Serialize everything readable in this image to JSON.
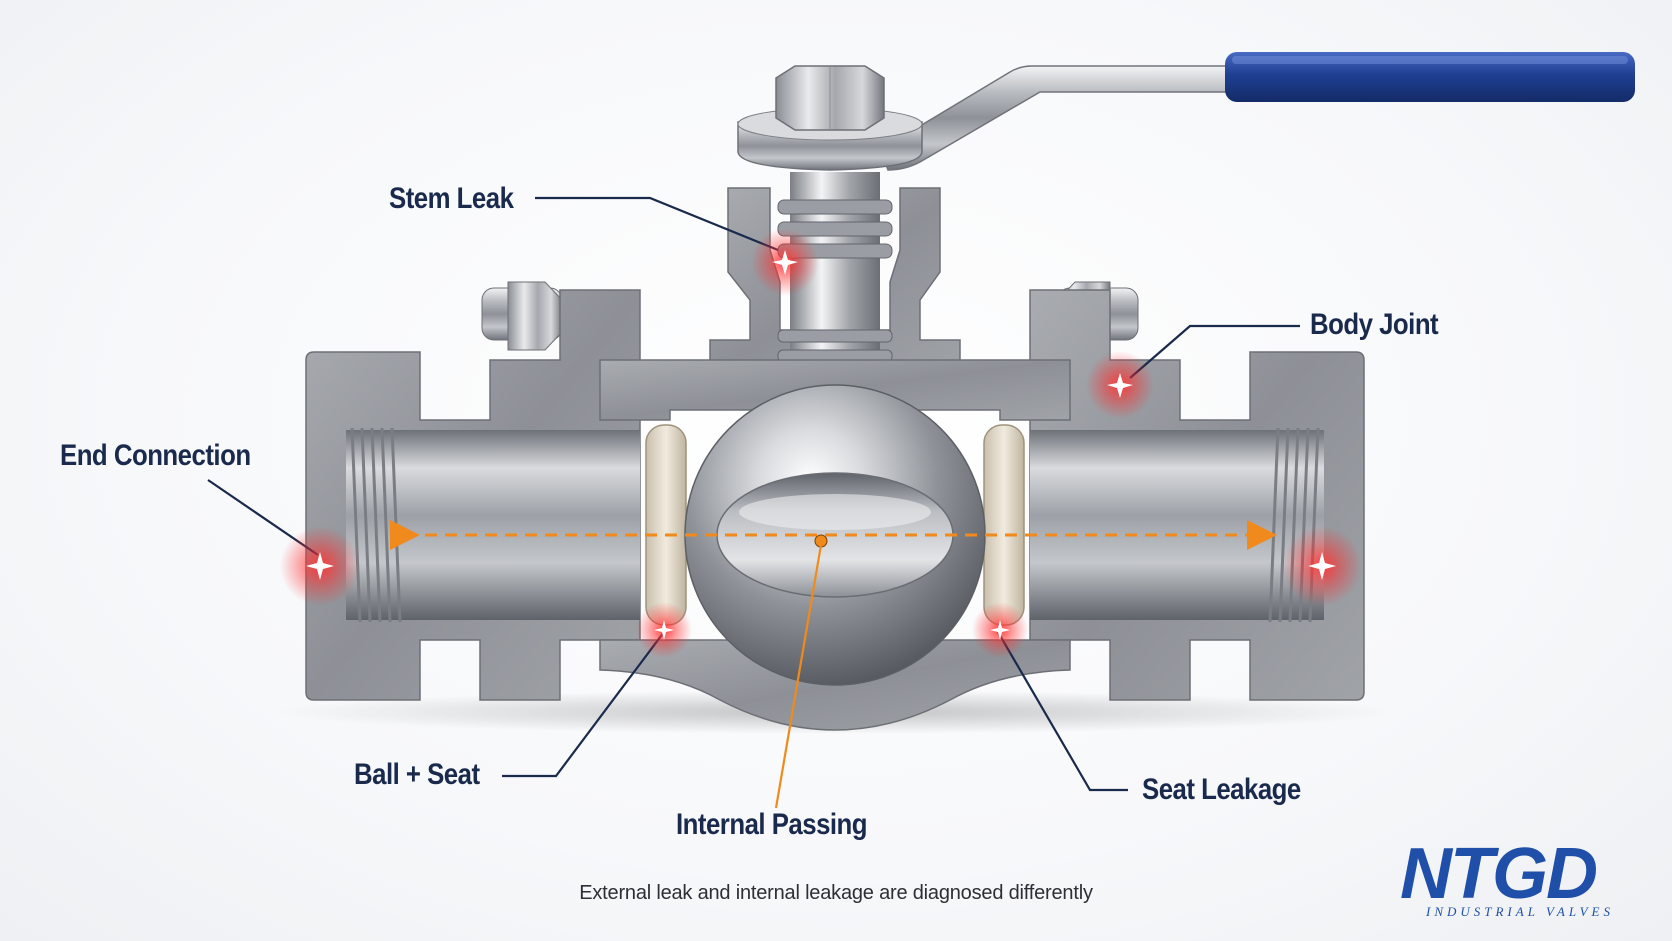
{
  "callouts": {
    "stem_leak": "Stem Leak",
    "body_joint": "Body Joint",
    "end_connection": "End Connection",
    "ball_seat": "Ball + Seat",
    "internal_passing": "Internal Passing",
    "seat_leakage": "Seat Leakage"
  },
  "caption": "External leak and internal leakage are diagnosed differently",
  "logo": {
    "wordmark": "NTGD",
    "subtitle": "INDUSTRIAL VALVES"
  },
  "colors": {
    "callout_text": "#1a2a4c",
    "leader_line": "#1a2a4c",
    "flow_arrow": "#f08a1c",
    "leak_glow": "#ff2a2a",
    "handle": "#1f3f93",
    "seat_ring": "#e5dccb",
    "logo_blue": "#1f4fa8",
    "logo_red": "#d8262e"
  }
}
